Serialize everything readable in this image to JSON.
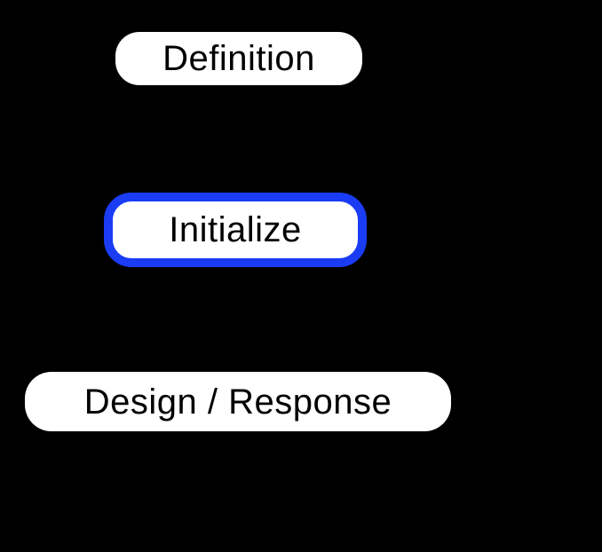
{
  "diagram": {
    "colors": {
      "background": "#000000",
      "node-fill": "#ffffff",
      "node-text": "#000000",
      "highlight": "#1a3cf5"
    },
    "nodes": [
      {
        "id": "definition",
        "label": "Definition",
        "shape": "rounded-rect",
        "fill": "#ffffff",
        "text_color": "#000000",
        "highlighted": false
      },
      {
        "id": "initialize",
        "label": "Initialize",
        "shape": "rounded-rect",
        "fill": "#ffffff",
        "text_color": "#000000",
        "highlighted": true,
        "highlight_color": "#1a3cf5"
      },
      {
        "id": "design-response",
        "label": "Design / Response",
        "shape": "rounded-rect",
        "fill": "#ffffff",
        "text_color": "#000000",
        "highlighted": false
      }
    ]
  }
}
